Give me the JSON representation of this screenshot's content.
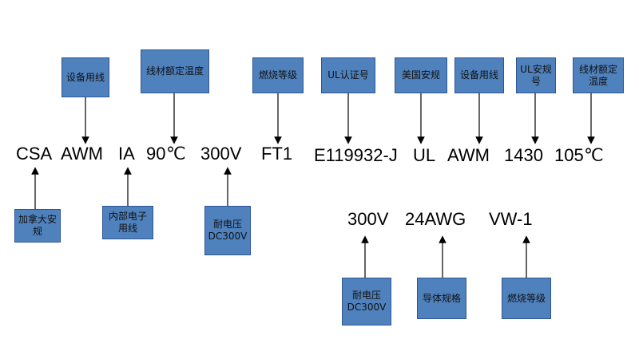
{
  "row1": {
    "codes": [
      "CSA",
      "AWM",
      "IA",
      "90",
      "℃",
      "300V",
      "FT1",
      "E119932-J",
      "UL",
      "AWM",
      "1430",
      "105",
      "℃"
    ],
    "top_labels": [
      "设备用线",
      "线材额定温度",
      "燃烧等级",
      "UL认证号",
      "美国安规",
      "设备用线",
      "UL安规号",
      "线材额定温度"
    ],
    "bottom_labels": [
      "加拿大安规",
      "内部电子用线",
      "耐电压DC300V"
    ]
  },
  "row2": {
    "codes": [
      "300V",
      "24AWG",
      "VW-1"
    ],
    "bottom_labels": [
      "耐电压DC300V",
      "导体规格",
      "燃烧等级"
    ]
  }
}
